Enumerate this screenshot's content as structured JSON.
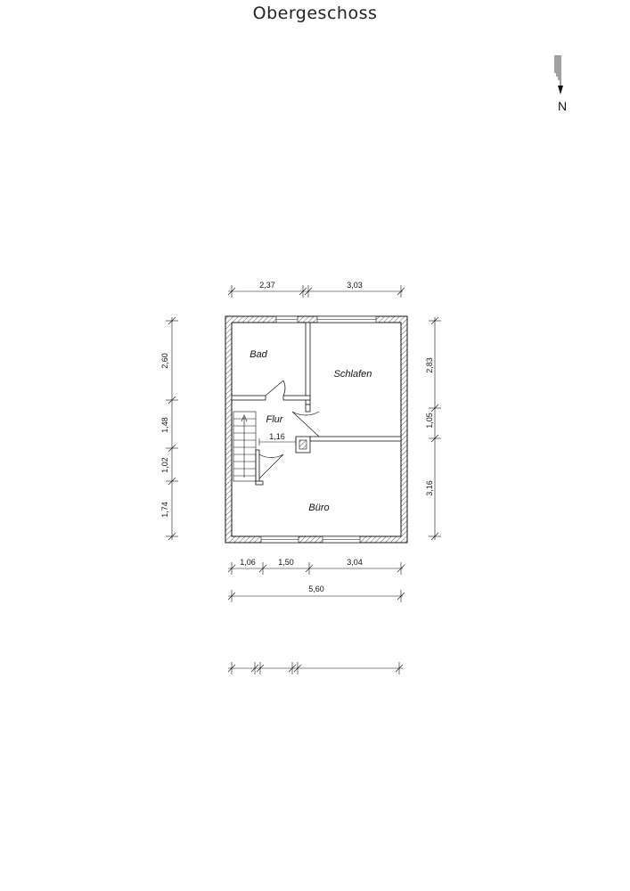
{
  "title": "Obergeschoss",
  "north_label": "N",
  "rooms": {
    "bad": "Bad",
    "schlafen": "Schlafen",
    "flur": "Flur",
    "buero": "Büro"
  },
  "dimensions": {
    "top_left": "2,37",
    "top_right": "3,03",
    "left_1": "2,60",
    "left_2": "1,48",
    "left_3": "1,02",
    "left_4": "1,74",
    "right_1": "2,83",
    "right_2": "1,05",
    "right_3": "3,16",
    "flur_width": "1,16",
    "bottom_1": "1,06",
    "bottom_2": "1,50",
    "bottom_3": "3,04",
    "bottom_total": "5,60"
  },
  "colors": {
    "line": "#111111",
    "hatch": "#555555"
  }
}
